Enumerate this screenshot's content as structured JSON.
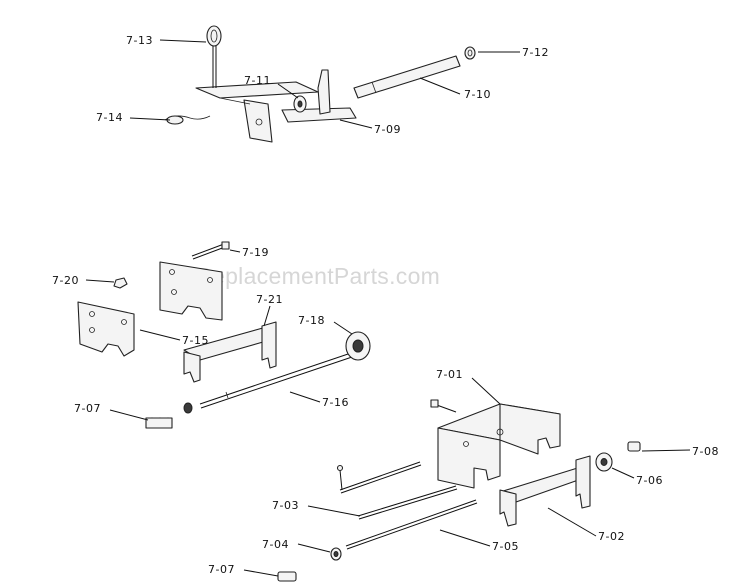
{
  "watermark": "eReplacementParts.com",
  "callouts": {
    "c0701": "7-01",
    "c0702": "7-02",
    "c0703": "7-03",
    "c0704": "7-04",
    "c0705": "7-05",
    "c0706": "7-06",
    "c0707a": "7-07",
    "c0707b": "7-07",
    "c0708": "7-08",
    "c0709": "7-09",
    "c0710": "7-10",
    "c0711": "7-11",
    "c0712": "7-12",
    "c0713": "7-13",
    "c0714": "7-14",
    "c0715": "7-15",
    "c0716": "7-16",
    "c0718": "7-18",
    "c0719": "7-19",
    "c0720": "7-20",
    "c0721": "7-21"
  }
}
